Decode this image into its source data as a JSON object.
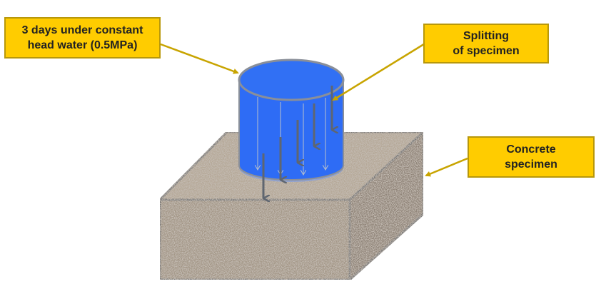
{
  "labels": {
    "water": {
      "line1": "3 days under constant",
      "line2": "head water  (0.5MPa)"
    },
    "splitting": {
      "line1": "Splitting",
      "line2": "of specimen"
    },
    "concrete": {
      "line1": "Concrete",
      "line2": "specimen"
    }
  },
  "colors": {
    "label_fill": "#ffcc00",
    "leader": "#c8a400",
    "water": "#2e6cf5",
    "concrete": "#a89a8c",
    "arrow": "#6b6b6b"
  }
}
